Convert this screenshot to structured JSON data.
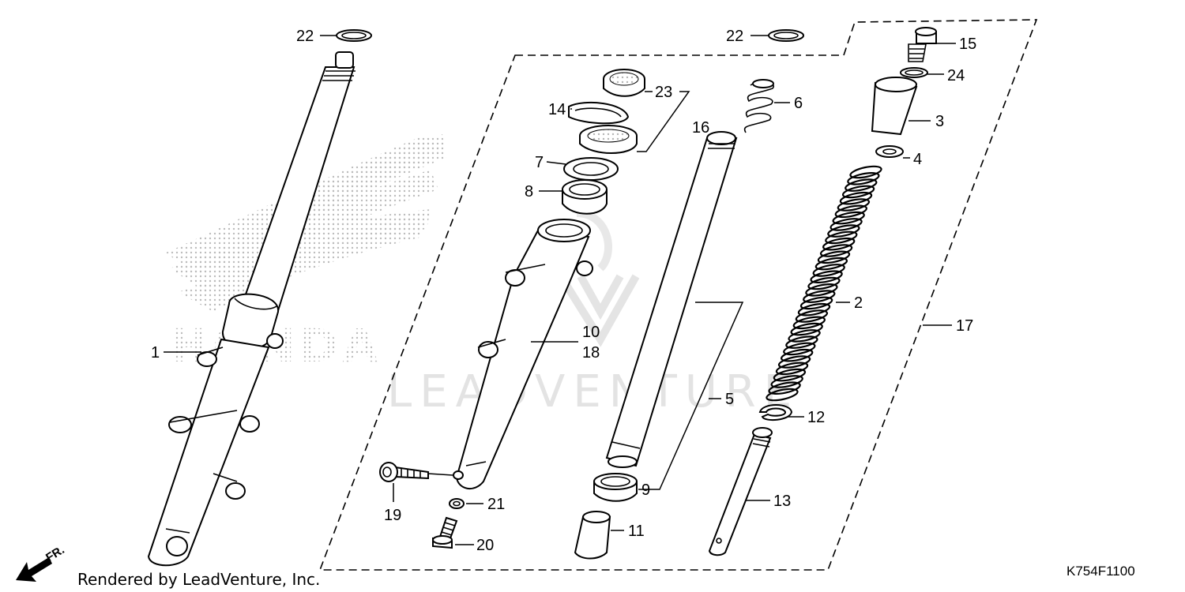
{
  "diagram": {
    "callouts": [
      {
        "id": "c22a",
        "text": "22"
      },
      {
        "id": "c22b",
        "text": "22"
      },
      {
        "id": "c15",
        "text": "15"
      },
      {
        "id": "c24",
        "text": "24"
      },
      {
        "id": "c23",
        "text": "23"
      },
      {
        "id": "c14",
        "text": "14"
      },
      {
        "id": "c16",
        "text": "16"
      },
      {
        "id": "c6",
        "text": "6"
      },
      {
        "id": "c3",
        "text": "3"
      },
      {
        "id": "c4",
        "text": "4"
      },
      {
        "id": "c7",
        "text": "7"
      },
      {
        "id": "c8",
        "text": "8"
      },
      {
        "id": "c2",
        "text": "2"
      },
      {
        "id": "c17",
        "text": "17"
      },
      {
        "id": "c1",
        "text": "1"
      },
      {
        "id": "c10",
        "text": "10"
      },
      {
        "id": "c18",
        "text": "18"
      },
      {
        "id": "c5",
        "text": "5"
      },
      {
        "id": "c12",
        "text": "12"
      },
      {
        "id": "c13",
        "text": "13"
      },
      {
        "id": "c9",
        "text": "9"
      },
      {
        "id": "c19",
        "text": "19"
      },
      {
        "id": "c21",
        "text": "21"
      },
      {
        "id": "c11",
        "text": "11"
      },
      {
        "id": "c20",
        "text": "20"
      }
    ],
    "direction_label": "FR.",
    "footer_text": "Rendered by LeadVenture, Inc.",
    "diagram_code": "K754F1100",
    "watermark_text": "LEADVENTURE",
    "brand_watermark_text": "HONDA"
  }
}
